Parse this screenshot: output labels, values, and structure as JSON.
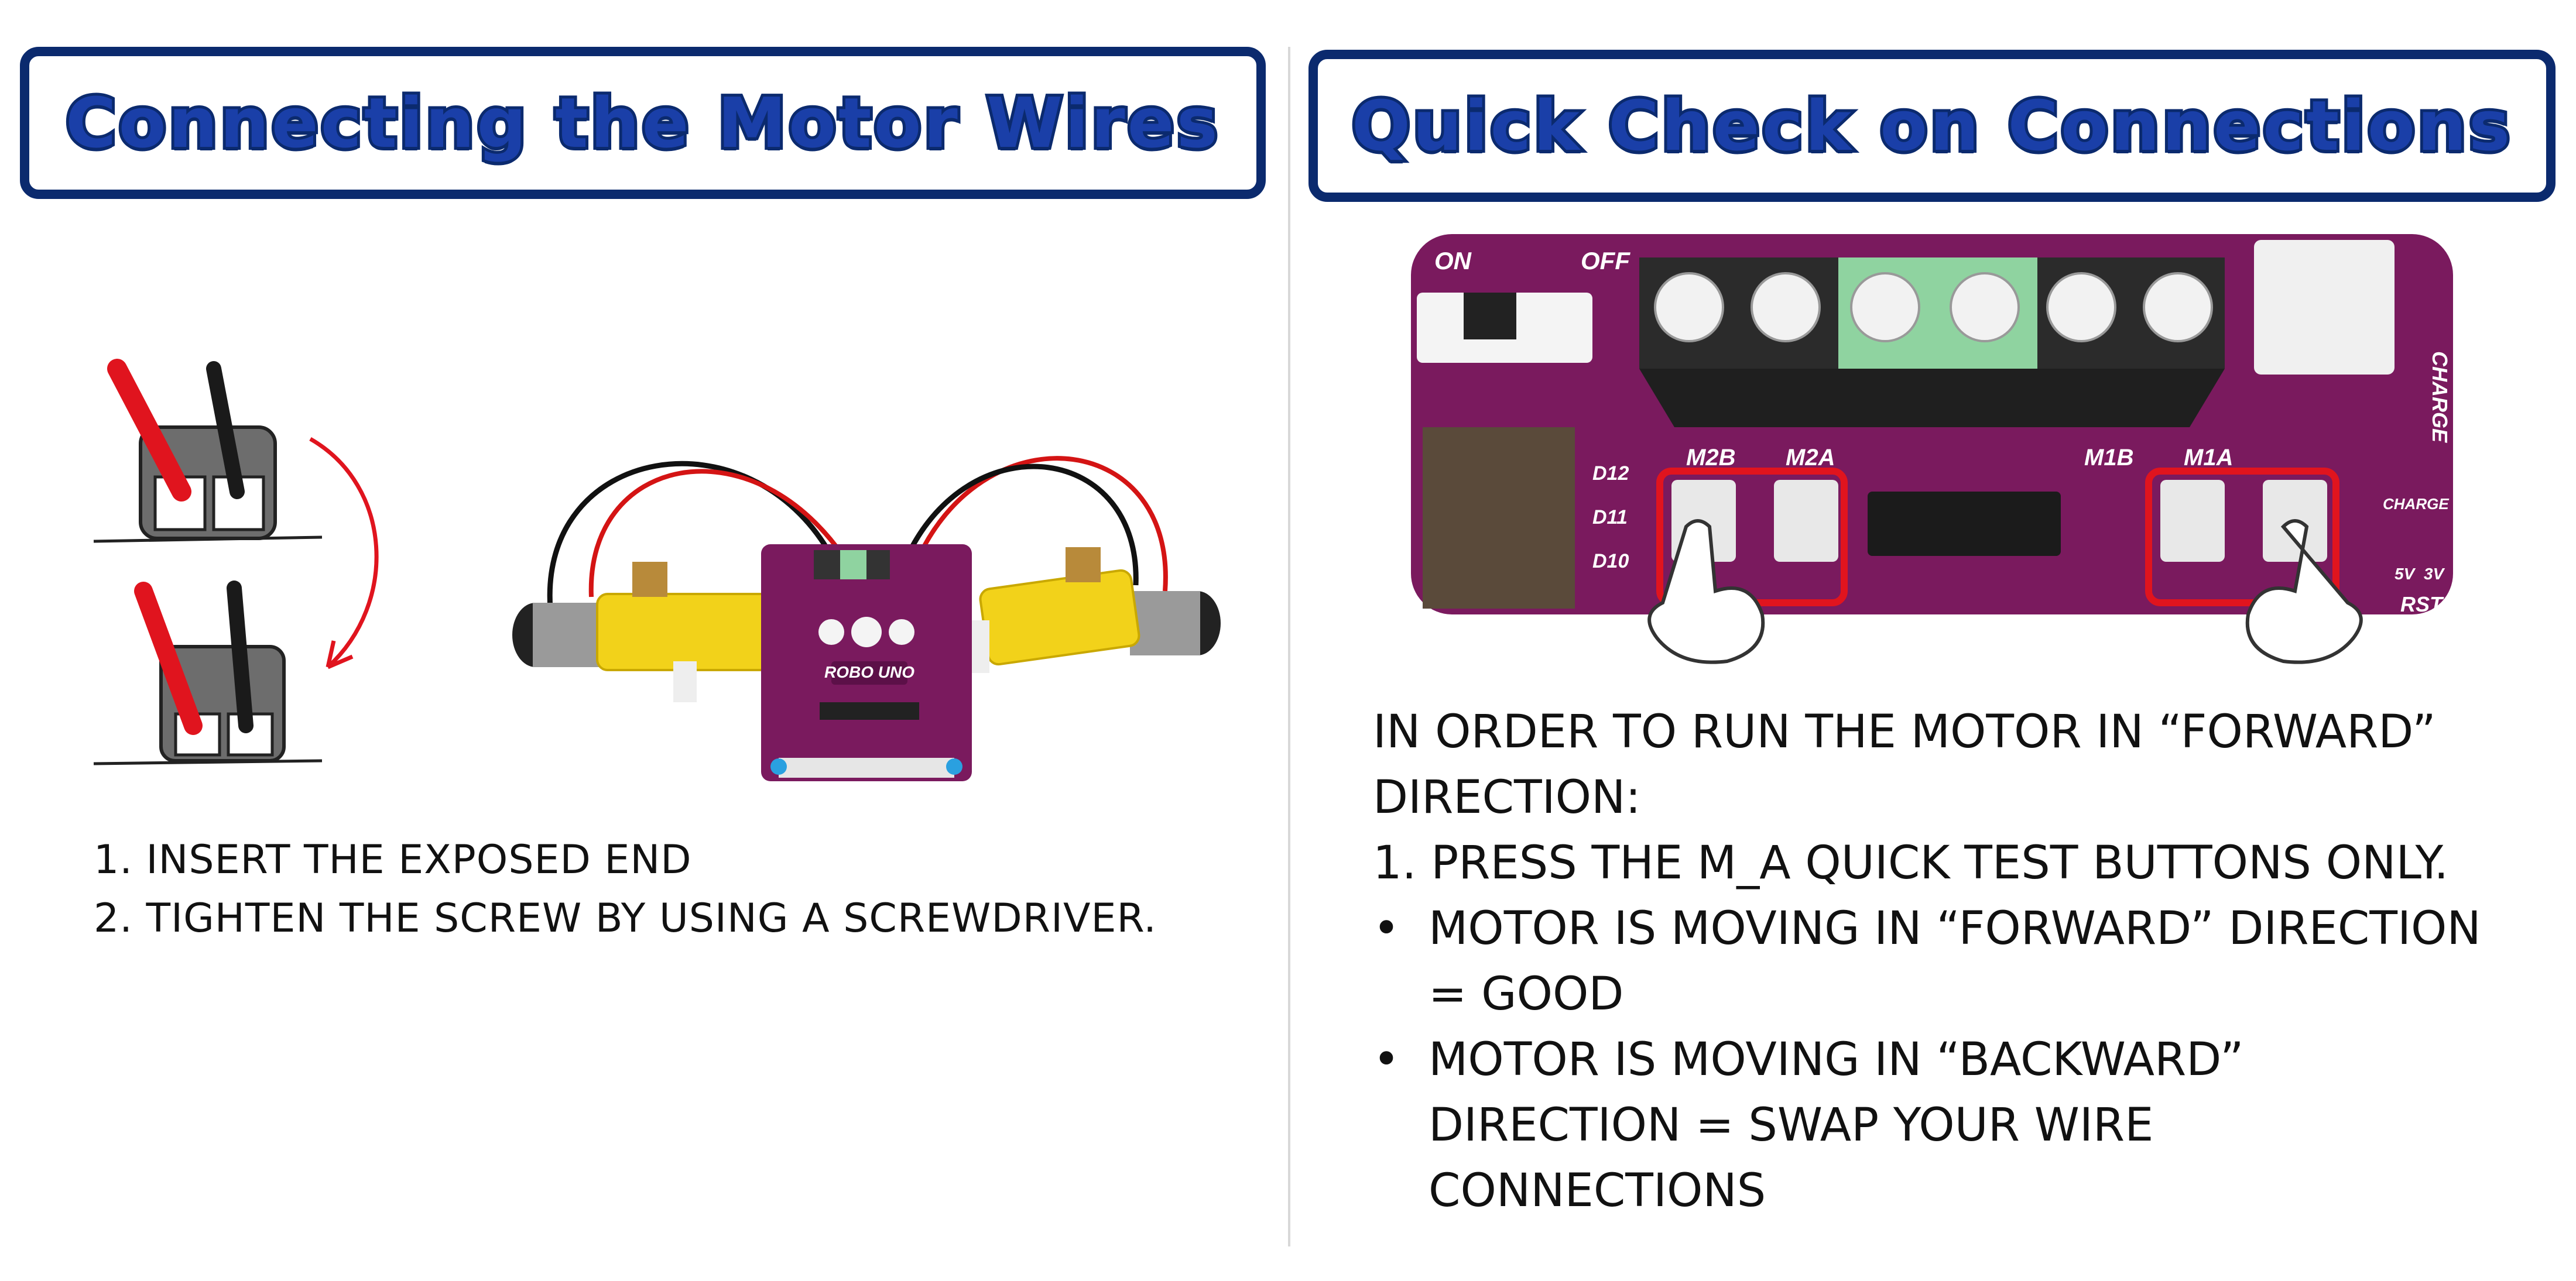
{
  "left": {
    "title": "Connecting the Motor Wires",
    "steps": [
      "1. Insert the exposed end",
      "2. Tighten the screw by using a screwdriver."
    ],
    "board_label": "ROBO UNO"
  },
  "right": {
    "title": "Quick Check on Connections",
    "board_labels": {
      "on": "ON",
      "off": "OFF",
      "charge": "CHARGE",
      "rst": "RST",
      "m2b": "M2B",
      "m2a": "M2A",
      "m1b": "M1B",
      "m1a": "M1A",
      "d12": "D12",
      "d11": "D11",
      "d10": "D10",
      "v5": "5V",
      "v3": "3V"
    },
    "intro_line1": "In order to run the motor in “forward”",
    "intro_line2": "direction:",
    "step1": "1. Press the M_A quick test buttons only.",
    "bullet1_line1": "Motor is moving in “forward” direction",
    "bullet1_line2": "= good",
    "bullet2_line1": "Motor is moving in “backward”",
    "bullet2_line2": "direction = swap your wire",
    "bullet2_line3": "connections",
    "bullet_char": "•"
  },
  "colors": {
    "title_border": "#0b2a6e",
    "title_fill": "#1a3fa8",
    "pcb": "#7a1a5e",
    "highlight": "#e0141e",
    "terminal_green": "#8fd3a0",
    "motor_yellow": "#f2d21a"
  }
}
